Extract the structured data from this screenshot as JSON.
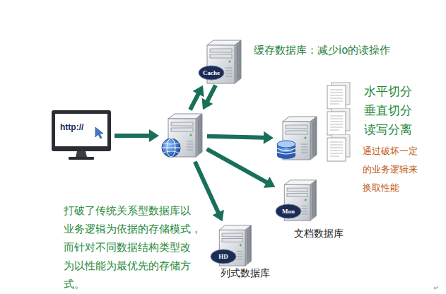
{
  "diagram": {
    "nodes": [
      {
        "text": [
          "http://"
        ]
      },
      {
        "text": []
      },
      {
        "text": [
          "Cache",
          "缓存数据库：减少io的读操作"
        ]
      },
      {
        "text": []
      },
      {
        "text": [
          "Mon",
          "文档数据库"
        ]
      },
      {
        "text": [
          "HD",
          "列式数据库"
        ]
      }
    ],
    "edges": [
      {
        "from": 0,
        "to": 1,
        "arrow": "to"
      },
      {
        "from": 1,
        "to": 2,
        "arrow": "to"
      },
      {
        "from": 2,
        "to": 1,
        "arrow": "to"
      },
      {
        "from": 1,
        "to": 3,
        "arrow": "to"
      },
      {
        "from": 1,
        "to": 4,
        "arrow": "to"
      },
      {
        "from": 1,
        "to": 5,
        "arrow": "to"
      }
    ],
    "labels": [
      "水平切分",
      "垂直切分",
      "读写分离",
      "通过破坏一定 的业务逻辑来 换取性能",
      "打破了传统关系型数据库以 业务逻辑为依据的存储模式， 而针对不同数据结构类型改 为以性能为最优先的存储方 式。",
      "↵"
    ]
  }
}
